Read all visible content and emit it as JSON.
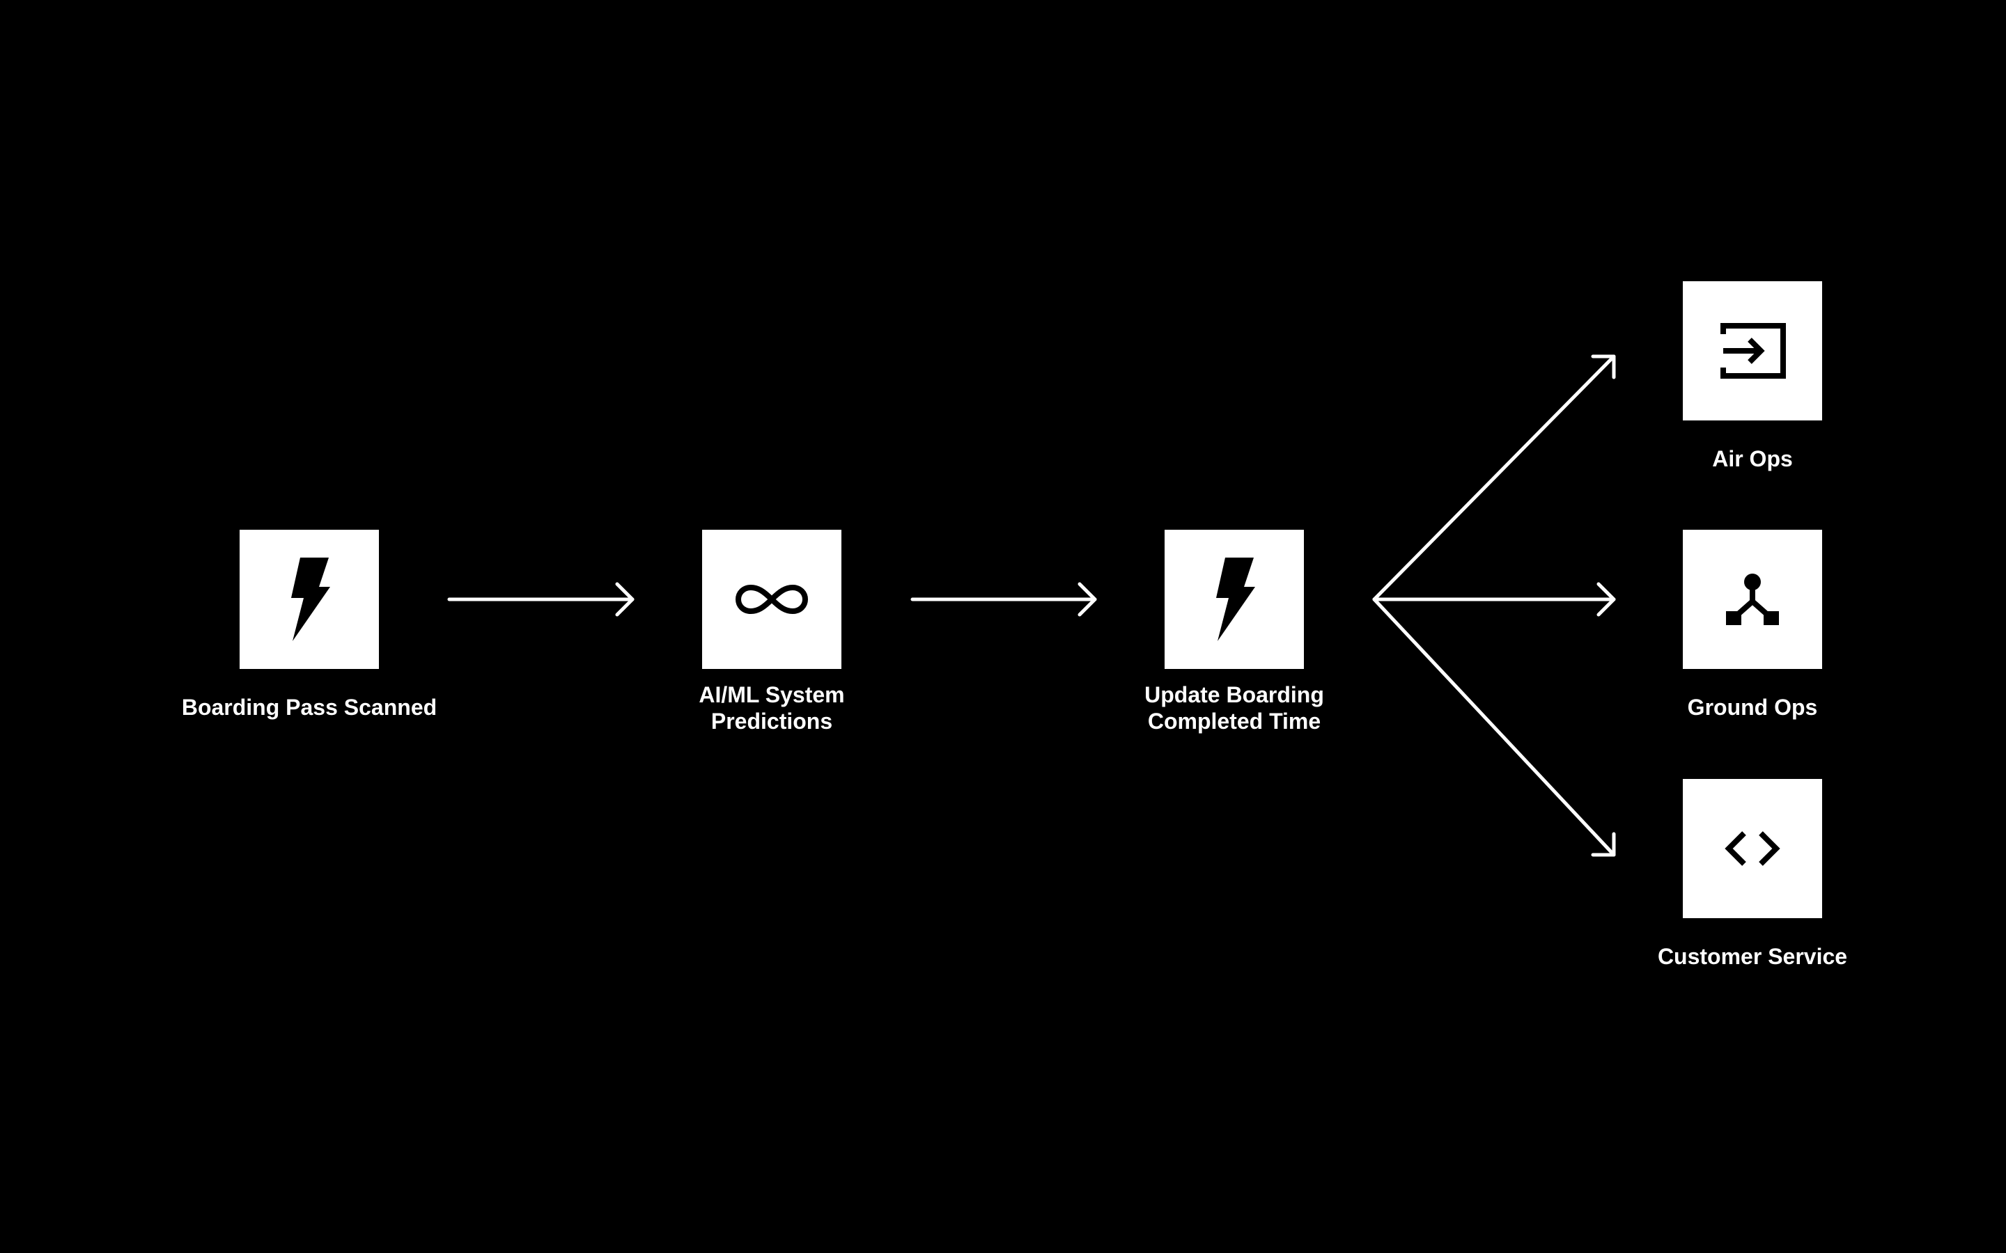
{
  "colors": {
    "background": "#000000",
    "foreground": "#ffffff"
  },
  "nodes": {
    "boarding_pass": {
      "label_lines": [
        "Boarding Pass Scanned"
      ],
      "icon": "lightning-bolt-icon"
    },
    "ai_ml": {
      "label_lines": [
        "AI/ML System",
        "Predictions"
      ],
      "icon": "infinity-icon"
    },
    "update_boarding": {
      "label_lines": [
        "Update Boarding",
        "Completed Time"
      ],
      "icon": "lightning-bolt-icon"
    },
    "air_ops": {
      "label_lines": [
        "Air Ops"
      ],
      "icon": "sign-in-icon"
    },
    "ground_ops": {
      "label_lines": [
        "Ground Ops"
      ],
      "icon": "network-fork-icon"
    },
    "customer_service": {
      "label_lines": [
        "Customer Service"
      ],
      "icon": "code-brackets-icon"
    }
  }
}
